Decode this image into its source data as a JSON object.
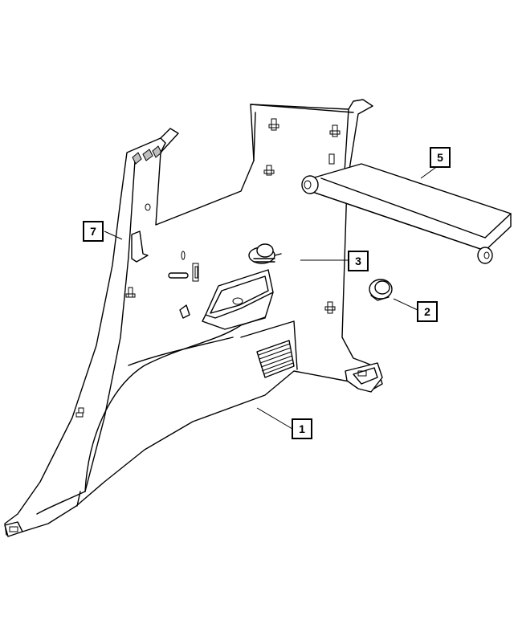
{
  "callouts": {
    "part1": "1",
    "part2": "2",
    "part3": "3",
    "part5": "5",
    "part7": "7"
  }
}
